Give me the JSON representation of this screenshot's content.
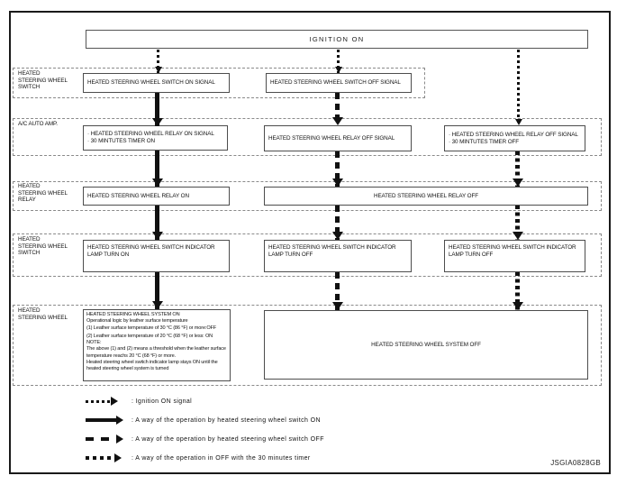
{
  "figure_code": "JSGIA0828GB",
  "title_box": {
    "label": "IGNITION ON"
  },
  "rows": [
    {
      "label": [
        "HEATED",
        "STEERING WHEEL",
        "SWITCH"
      ],
      "boxes": [
        {
          "lines": [
            "HEATED STEERING WHEEL SWITCH ON SIGNAL"
          ]
        },
        {
          "lines": [
            "HEATED STEERING WHEEL SWITCH OFF SIGNAL"
          ]
        }
      ]
    },
    {
      "label": [
        "A/C AUTO AMP."
      ],
      "boxes": [
        {
          "lines": [
            "· HEATED STEERING WHEEL RELAY ON SIGNAL",
            "· 30 MINTUTES TIMER ON"
          ]
        },
        {
          "lines": [
            "HEATED STEERING WHEEL RELAY OFF SIGNAL"
          ]
        },
        {
          "lines": [
            "· HEATED STEERING WHEEL RELAY OFF SIGNAL",
            "· 30 MINTUTES TIMER OFF"
          ]
        }
      ]
    },
    {
      "label": [
        "HEATED",
        "STEERING WHEEL",
        "RELAY"
      ],
      "boxes": [
        {
          "lines": [
            "HEATED STEERING WHEEL RELAY ON"
          ]
        },
        {
          "lines": [
            "HEATED STEERING WHEEL RELAY OFF"
          ]
        }
      ]
    },
    {
      "label": [
        "HEATED",
        "STEERING WHEEL",
        "SWITCH"
      ],
      "boxes": [
        {
          "lines": [
            "HEATED STEERING WHEEL SWITCH INDICATOR LAMP TURN ON"
          ]
        },
        {
          "lines": [
            "HEATED STEERING WHEEL SWITCH INDICATOR LAMP TURN OFF"
          ]
        },
        {
          "lines": [
            "HEATED STEERING WHEEL SWITCH INDICATOR LAMP TURN OFF"
          ]
        }
      ]
    },
    {
      "label": [
        "HEATED",
        "STEERING WHEEL"
      ],
      "boxes": [
        {
          "lines": [
            "HEATED STEERING WHEEL SYSTEM ON",
            "Operational logic by leather surface temperature",
            "(1) Leather surface temperature of 30 °C (86 °F) or more:OFF",
            "(2) Leather surface temperature of 20 °C (68 °F) or less: ON",
            "NOTE:",
            "The above (1) and (2) means a threshold when the leather surface temperature reachs 20 °C (68 °F) or more.",
            "Heated steering wheel switch indicator lamp stays ON until the heated steering wheel system is turned"
          ]
        },
        {
          "lines": [
            "HEATED STEERING WHEEL SYSTEM OFF"
          ]
        }
      ]
    }
  ],
  "legend": {
    "items": [
      {
        "style": "ignition",
        "label": ": Ignition ON signal"
      },
      {
        "style": "switch-on",
        "label": ": A way of the operation by heated steering wheel switch ON"
      },
      {
        "style": "switch-off",
        "label": ": A way of the operation by heated steering wheel switch OFF"
      },
      {
        "style": "timer-off",
        "label": ": A way of the operation in OFF with the 30 minutes timer"
      }
    ]
  },
  "colors": {
    "line": "#111111",
    "box_border": "#4d4d4d",
    "dashed_border": "#8a8a8a",
    "background": "#ffffff"
  }
}
